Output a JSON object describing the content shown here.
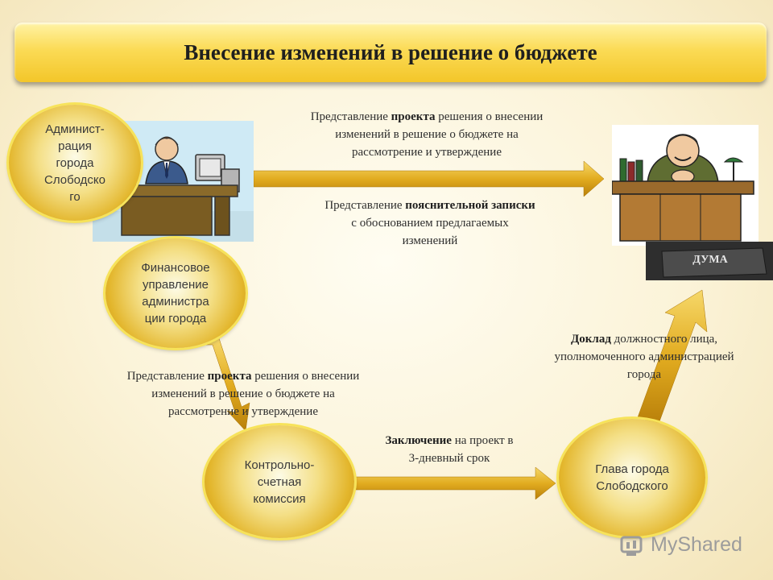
{
  "title": "Внесение изменений в решение о бюджете",
  "nodes": {
    "admin": "Админист-\nрация\nгорода\nСлободско\nго",
    "finance": "Финансовое\nуправление\nадминистра\nции города",
    "control": "Контрольно-\nсчетная\nкомиссия",
    "head": "Глава города\nСлободского"
  },
  "duma_sign": "ДУМА",
  "labels": {
    "top1": {
      "l1_pre": "Представление ",
      "l1_bold": "проекта",
      "l1_post": " решения о внесении",
      "l2": "изменений в решение о  бюджете на",
      "l3": "рассмотрение и утверждение"
    },
    "top2": {
      "l1_pre": "Представление ",
      "l1_bold": "пояснительной записки",
      "l2": "с обоснованием предлагаемых",
      "l3": "изменений"
    },
    "mid": {
      "l1_pre": "Представление ",
      "l1_bold": "проекта",
      "l1_post": " решения о внесении",
      "l2": "изменений в решение о  бюджете на",
      "l3": "рассмотрение и утверждение"
    },
    "conclusion": {
      "l1_bold": "Заключение",
      "l1_post": " на проект в",
      "l2": "3-дневный срок"
    },
    "report": {
      "l1_bold": "Доклад",
      "l1_post": " должностного лица,",
      "l2": "уполномоченного администрацией",
      "l3": "города"
    }
  },
  "watermark": "MyShared",
  "colors": {
    "arrow_gold": "#d9a514",
    "circle_rim": "#f7e35a",
    "title_bar": "#f7d040"
  }
}
